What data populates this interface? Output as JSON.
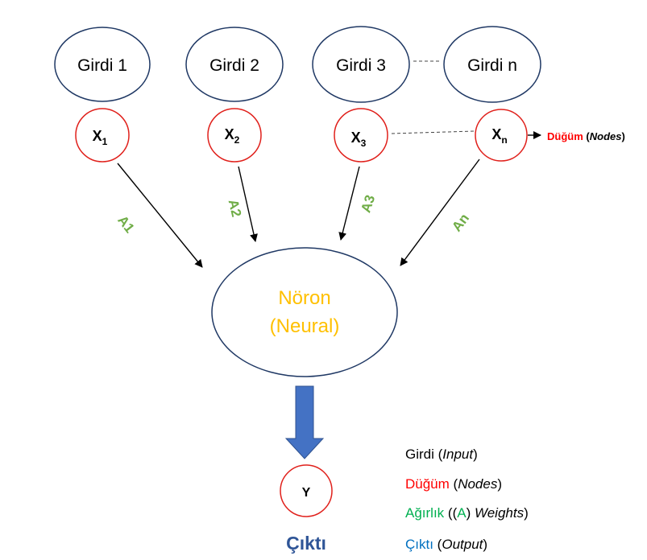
{
  "inputs": [
    {
      "label": "Girdi 1"
    },
    {
      "label": "Girdi 2"
    },
    {
      "label": "Girdi 3"
    },
    {
      "label": "Girdi n"
    }
  ],
  "nodes": [
    {
      "var": "X",
      "sub": "1"
    },
    {
      "var": "X",
      "sub": "2"
    },
    {
      "var": "X",
      "sub": "3"
    },
    {
      "var": "X",
      "sub": "n"
    }
  ],
  "node_callout": {
    "main": "Düğüm",
    "open": " (",
    "italic": "Nodes",
    "close": ")"
  },
  "weights": [
    "A1",
    "A2",
    "A3",
    "An"
  ],
  "neuron": {
    "line1": "Nöron",
    "line2": "(Neural)"
  },
  "output": {
    "node": "Y",
    "label": "Çıktı"
  },
  "legend": [
    {
      "main": "Girdi",
      "open": " (",
      "italic": "Input",
      "close": ")"
    },
    {
      "main": "Düğüm",
      "open": " (",
      "italic": "Nodes",
      "close": ")"
    },
    {
      "main": "Ağırlık",
      "open": " ((",
      "accent": "A",
      "mid": ") ",
      "italic": "Weights",
      "close": ")"
    },
    {
      "main": "Çıktı",
      "open": " (",
      "italic": "Output",
      "close": ")"
    }
  ],
  "colors": {
    "input_border": "#1f3864",
    "node_border": "#e0201b",
    "node_callout": "#ff0000",
    "weight_label": "#70ad47",
    "neuron_text": "#ffc000",
    "output_arrow": "#4472c4",
    "output_label": "#2f5597",
    "legend_input": "#000000",
    "legend_nodes": "#ff0000",
    "legend_weights": "#00b050",
    "legend_output": "#0070c0"
  }
}
